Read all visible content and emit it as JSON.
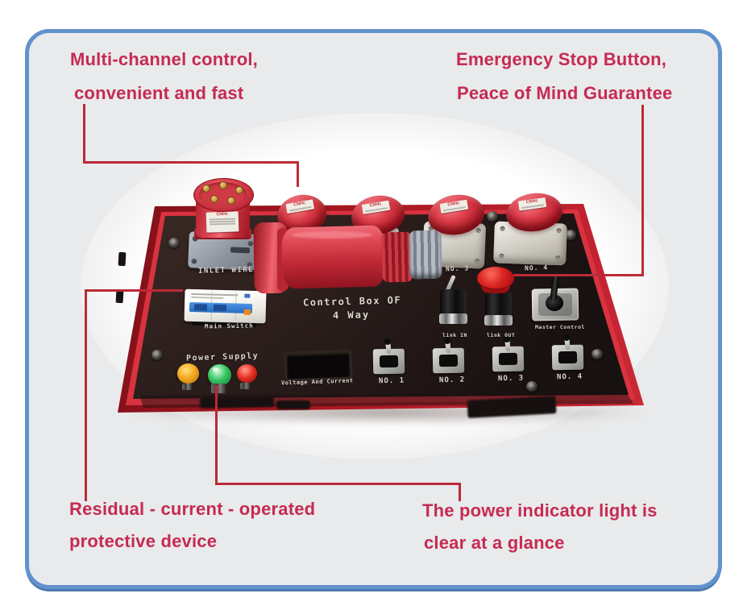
{
  "annotations": {
    "top_left": [
      "Multi-channel control,",
      "convenient and fast"
    ],
    "top_right": [
      "Emergency Stop Button,",
      "Peace of Mind Guarantee"
    ],
    "bottom_left": [
      "Residual - current - operated",
      "protective device"
    ],
    "bottom_right": [
      "The power indicator light is",
      "clear at a glance"
    ]
  },
  "device": {
    "inlet_label": "INLET WIRE",
    "title": [
      "Control Box OF",
      "4 Way"
    ],
    "main_switch_label": "Main Switch",
    "power_supply_label": "Power Supply",
    "voltage_label": "Voltage And Current",
    "link_in_label": "link IN",
    "link_out_label": "link OUT",
    "master_control_label": "Master Control",
    "socket_labels": [
      "NO. 3",
      "NO. 4"
    ],
    "switch_labels": [
      "NO. 1",
      "NO. 2",
      "NO. 3",
      "NO. 4"
    ],
    "brand": "CNHc",
    "indicator_colors": {
      "left": "#f2a71f",
      "middle": "#2fbf58",
      "right": "#e32a28"
    }
  },
  "colors": {
    "annotation_text": "#c62a52",
    "annotation_line": "#bb2a37",
    "card_border": "#6292ce",
    "card_background": "#e9eaeb",
    "frame_red": "#c22230",
    "panel_black": "#1b1212"
  }
}
